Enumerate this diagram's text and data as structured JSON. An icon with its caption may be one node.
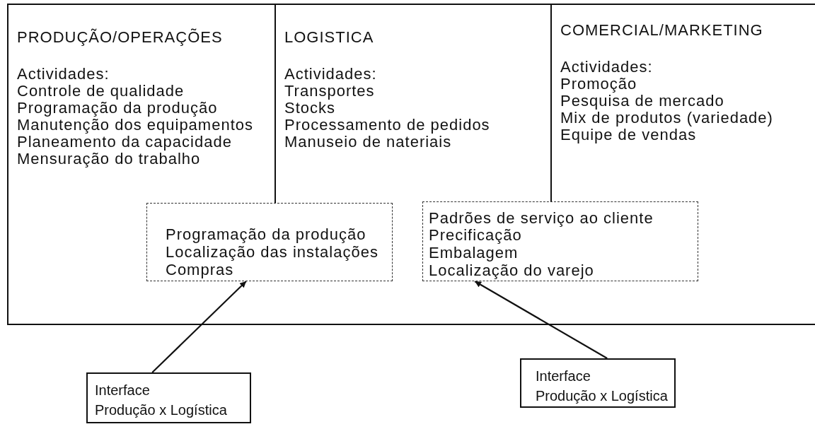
{
  "diagram": {
    "nodes": [
      {
        "text": [],
        "shape": "box"
      },
      {
        "text": [
          "PRODUÇÃO/OPERAÇÕES",
          "Actividades:",
          "Controle de qualidade",
          "Programação da produção",
          "Manutenção dos equipamentos",
          "Planeamento da capacidade",
          "Mensuração do trabalho"
        ],
        "in": 0
      },
      {
        "text": [
          "LOGISTICA",
          "Actividades:",
          "Transportes",
          "Stocks",
          "Processamento de pedidos",
          "Manuseio de nateriais"
        ],
        "in": 0
      },
      {
        "text": [
          "COMERCIAL/MARKETING",
          "Actividades:",
          "Promoção",
          "Pesquisa de mercado",
          "Mix de produtos (variedade)",
          "Equipe de vendas"
        ],
        "in": 0
      },
      {
        "text": [
          "Programação da produção",
          "Localização das instalações",
          "Compras"
        ],
        "in": 0
      },
      {
        "text": [
          "Padrões de serviço ao cliente",
          "Precificação",
          "Embalagem",
          "Localização do varejo"
        ],
        "in": 0
      },
      {
        "text": [
          "Interface",
          "Produção x Logística"
        ]
      },
      {
        "text": [
          "Interface",
          "Produção x Logística"
        ]
      }
    ],
    "edges": [
      {
        "from": 6,
        "to": 4,
        "arrow": "to"
      },
      {
        "from": 7,
        "to": 5,
        "arrow": "to"
      }
    ]
  }
}
